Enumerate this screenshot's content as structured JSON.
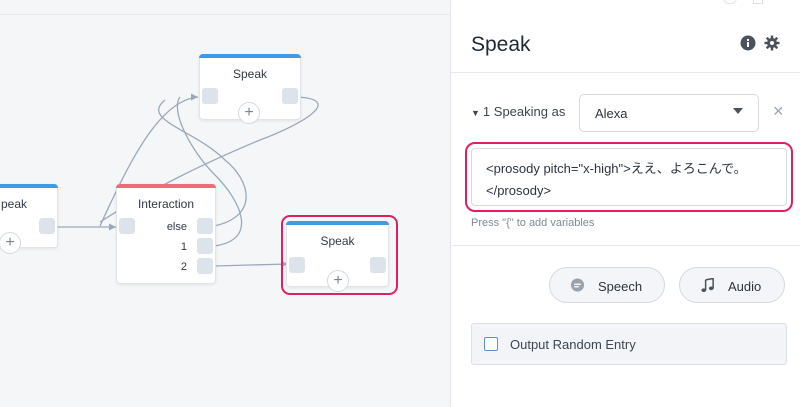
{
  "canvas": {
    "nodes": {
      "speak_top": {
        "title": "Speak"
      },
      "speak_left": {
        "title": "peak"
      },
      "interaction": {
        "title": "Interaction",
        "choices": [
          "else",
          "1",
          "2"
        ]
      },
      "speak_selected": {
        "title": "Speak"
      }
    }
  },
  "panel": {
    "title": "Speak",
    "speaking": {
      "index": "1",
      "label": "Speaking as",
      "selected_voice": "Alexa"
    },
    "text_value": "<prosody pitch=\"x-high\">ええ、よろこんで。</prosody>",
    "hint": "Press \"{\" to add variables",
    "buttons": {
      "speech": "Speech",
      "audio": "Audio"
    },
    "random_entry": {
      "label": "Output Random Entry",
      "checked": false
    }
  },
  "colors": {
    "accent_blue": "#3f9ae8",
    "accent_red": "#ef6b7a",
    "selection": "#e0205e"
  }
}
